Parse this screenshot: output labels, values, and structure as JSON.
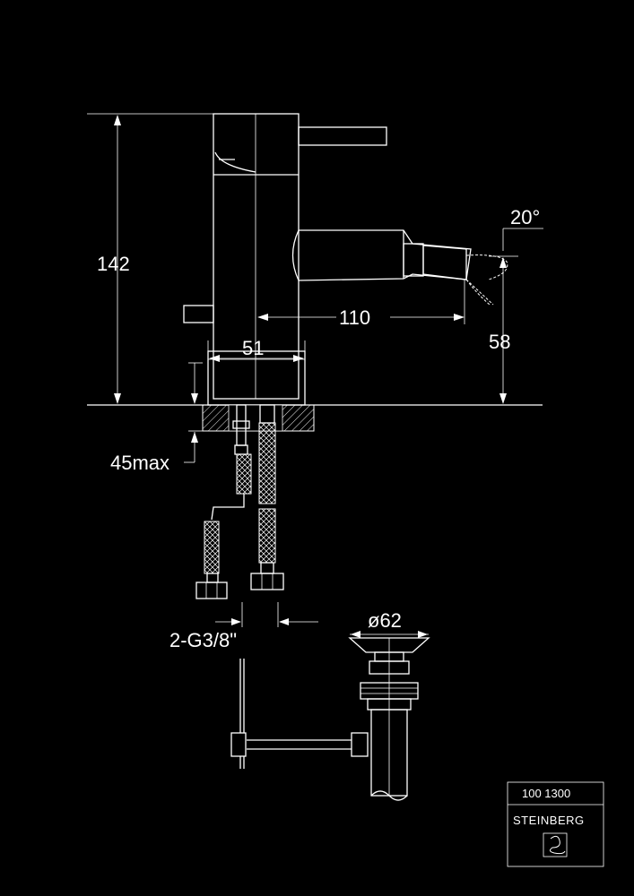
{
  "dimensions": {
    "height_total": "142",
    "spout_reach": "110",
    "body_diameter": "51",
    "spout_height": "58",
    "spray_angle": "20°",
    "deck_thickness": "45max",
    "connection": "2-G3/8\"",
    "waste_diameter": "ø62"
  },
  "badge": {
    "code": "100 1300",
    "brand": "STEINBERG"
  },
  "colors": {
    "background": "#000000",
    "lines": "#ffffff"
  }
}
